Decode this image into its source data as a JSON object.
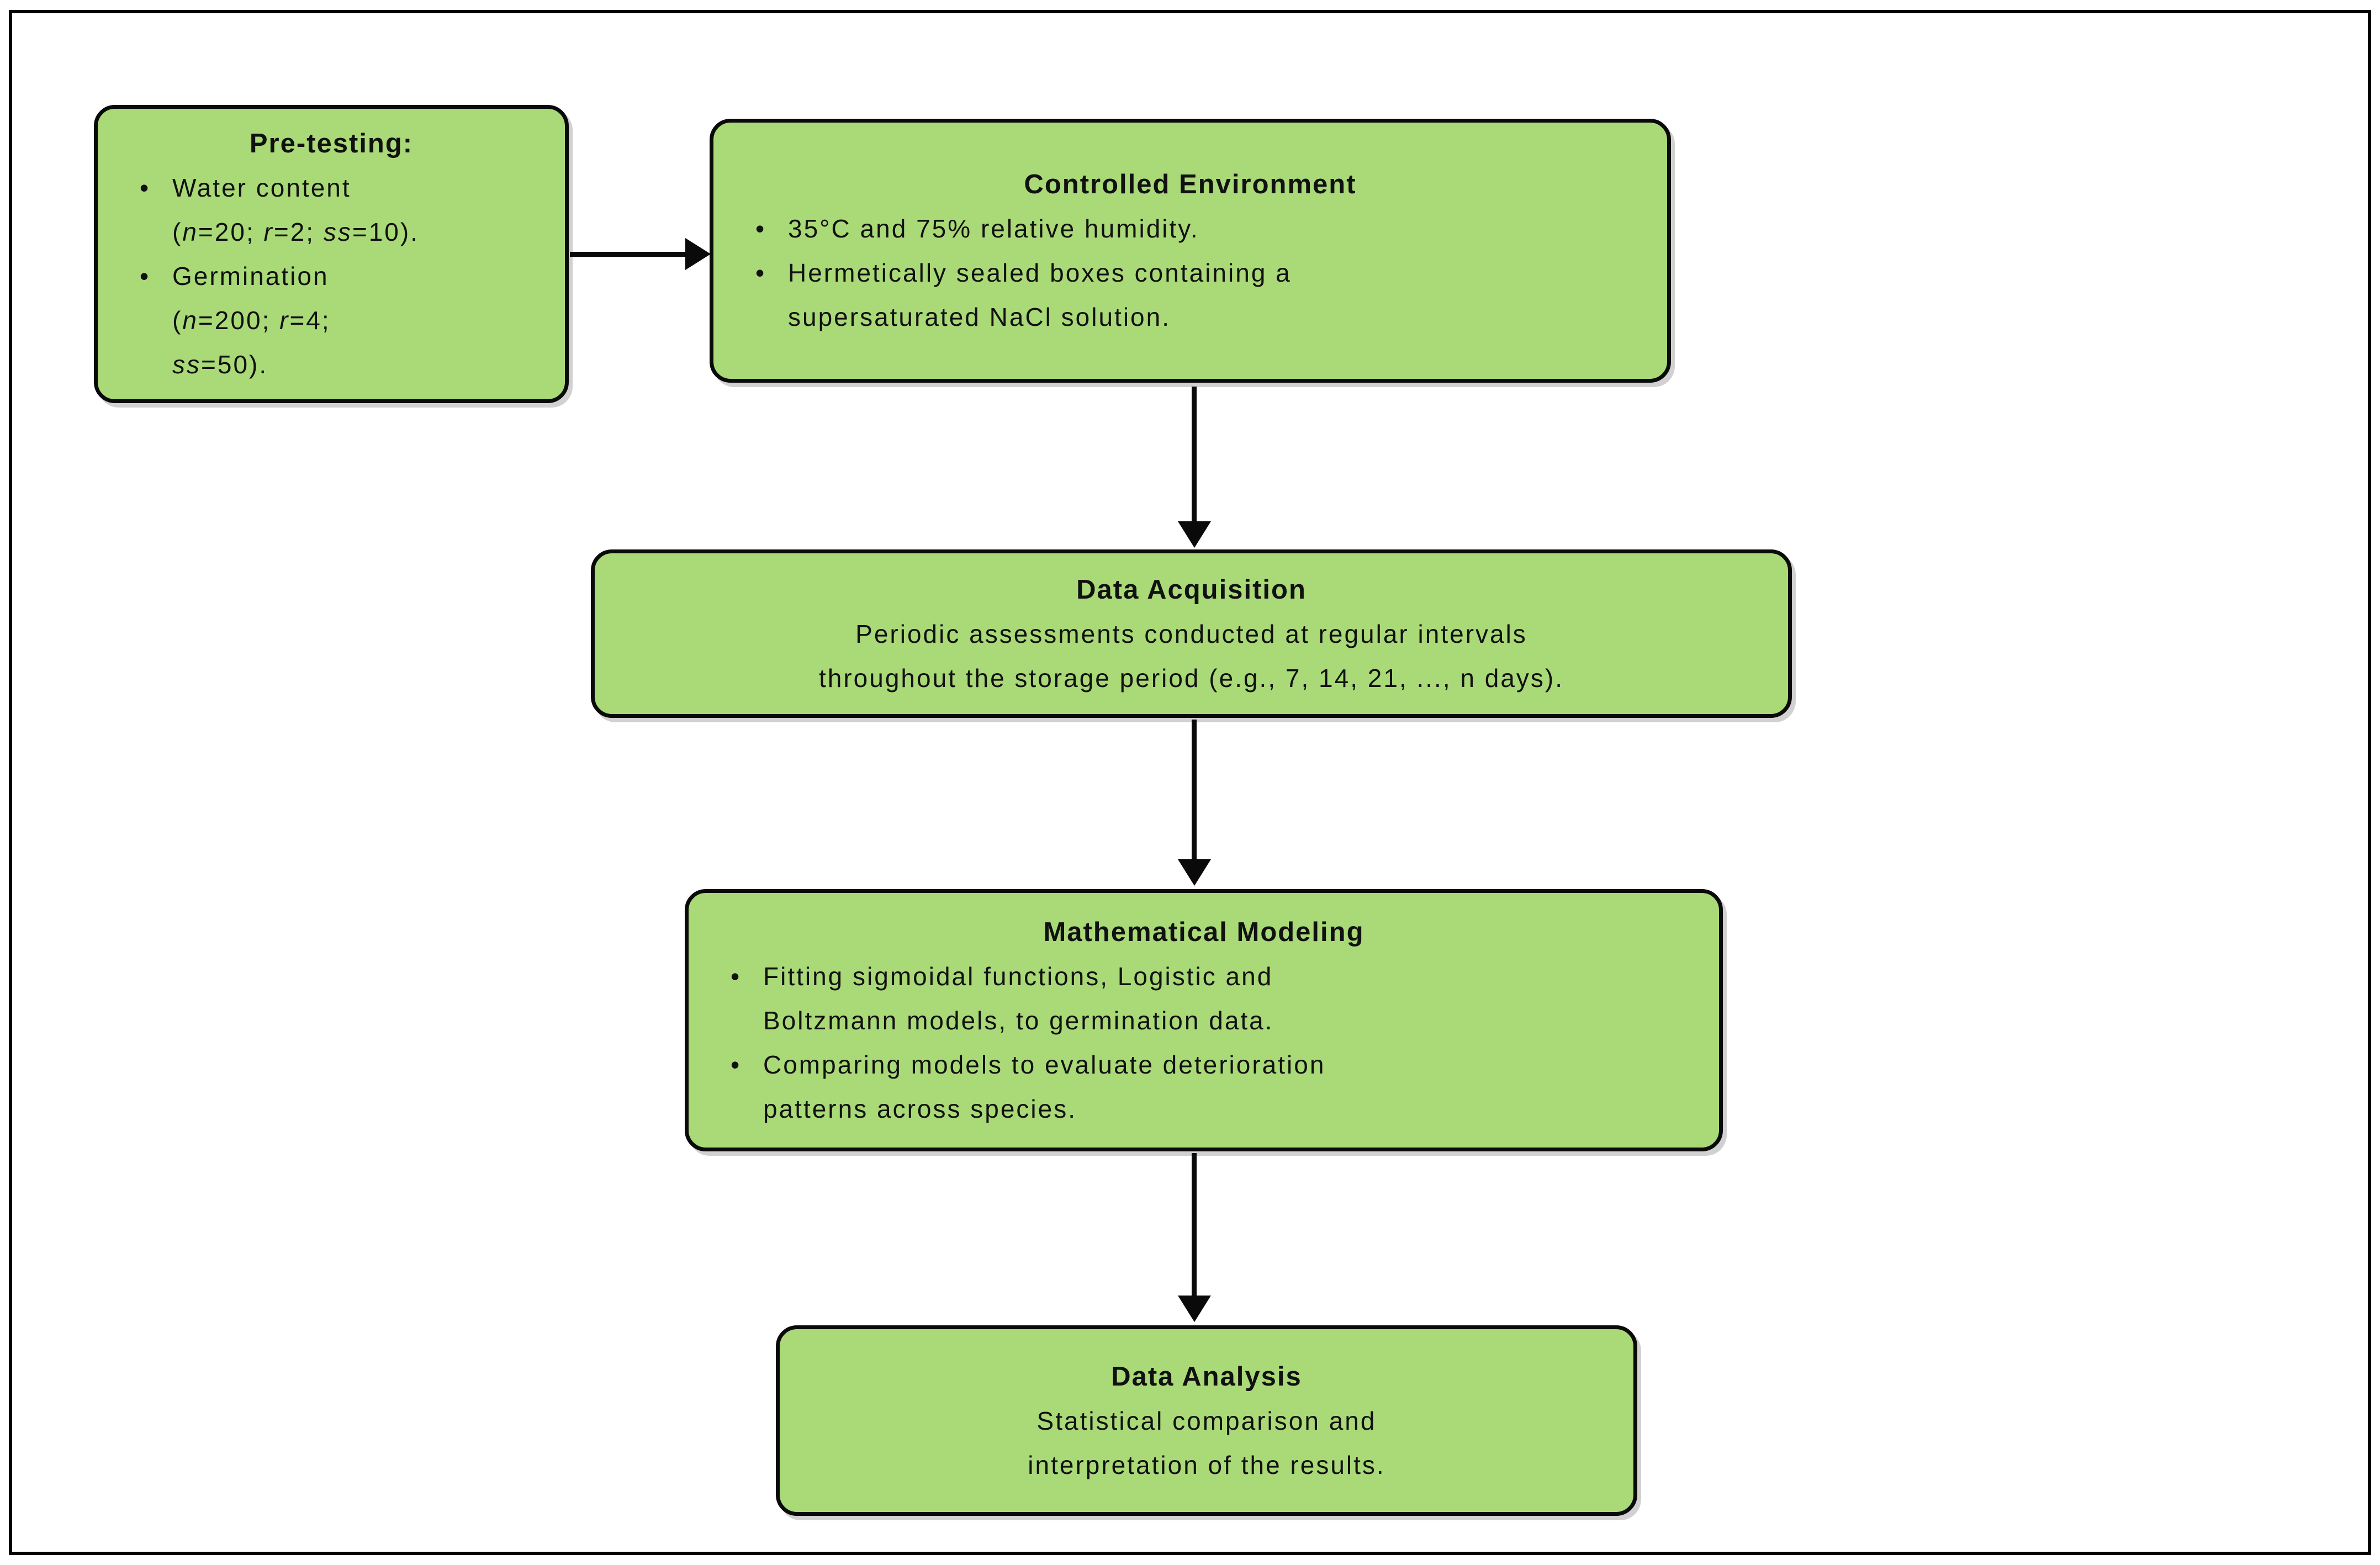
{
  "diagram": {
    "type": "flowchart",
    "background_color": "#ffffff",
    "frame_border_color": "#000000",
    "node_fill_color": "#aad977",
    "node_border_color": "#0a0a0a",
    "text_color": "#111111",
    "bullet_char": "•",
    "nodes": [
      {
        "id": "pre-testing",
        "title": "Pre-testing:",
        "lines": [
          {
            "b": 1,
            "s": [
              {
                "t": "Water content"
              }
            ]
          },
          {
            "c": 1,
            "s": [
              {
                "t": "("
              },
              {
                "t": "n",
                "i": 1
              },
              {
                "t": "=20; "
              },
              {
                "t": "r",
                "i": 1
              },
              {
                "t": "=2; "
              },
              {
                "t": "ss",
                "i": 1
              },
              {
                "t": "=10)."
              }
            ]
          },
          {
            "b": 1,
            "s": [
              {
                "t": "Germination"
              }
            ]
          },
          {
            "c": 1,
            "s": [
              {
                "t": "("
              },
              {
                "t": "n",
                "i": 1
              },
              {
                "t": "=200; "
              },
              {
                "t": "r",
                "i": 1
              },
              {
                "t": "=4;"
              }
            ]
          },
          {
            "c": 1,
            "s": [
              {
                "t": "ss",
                "i": 1
              },
              {
                "t": "=50)."
              }
            ]
          }
        ]
      },
      {
        "id": "controlled-environment",
        "title": "Controlled Environment",
        "lines": [
          {
            "b": 1,
            "s": [
              {
                "t": "35°C and 75% relative humidity."
              }
            ]
          },
          {
            "b": 1,
            "s": [
              {
                "t": "Hermetically sealed boxes containing a"
              }
            ]
          },
          {
            "c": 1,
            "s": [
              {
                "t": "supersaturated NaCl solution."
              }
            ]
          }
        ]
      },
      {
        "id": "data-acquisition",
        "title": "Data Acquisition",
        "lines": [
          {
            "ctr": 1,
            "s": [
              {
                "t": "Periodic assessments conducted at regular intervals"
              }
            ]
          },
          {
            "ctr": 1,
            "s": [
              {
                "t": "throughout the storage period (e.g., 7, 14, 21, ..., n days)."
              }
            ]
          }
        ]
      },
      {
        "id": "mathematical-modeling",
        "title": "Mathematical Modeling",
        "lines": [
          {
            "b": 1,
            "s": [
              {
                "t": "Fitting sigmoidal functions, Logistic and"
              }
            ]
          },
          {
            "c": 1,
            "s": [
              {
                "t": "Boltzmann models, to germination data."
              }
            ]
          },
          {
            "b": 1,
            "s": [
              {
                "t": "Comparing models to evaluate deterioration"
              }
            ]
          },
          {
            "c": 1,
            "s": [
              {
                "t": "patterns across species."
              }
            ]
          }
        ]
      },
      {
        "id": "data-analysis",
        "title": "Data Analysis",
        "lines": [
          {
            "ctr": 1,
            "s": [
              {
                "t": "Statistical comparison and"
              }
            ]
          },
          {
            "ctr": 1,
            "s": [
              {
                "t": "interpretation of the results."
              }
            ]
          }
        ]
      }
    ],
    "arrows": [
      {
        "from": "pre-testing",
        "to": "controlled-environment",
        "direction": "right"
      },
      {
        "from": "controlled-environment",
        "to": "data-acquisition",
        "direction": "down"
      },
      {
        "from": "data-acquisition",
        "to": "mathematical-modeling",
        "direction": "down"
      },
      {
        "from": "mathematical-modeling",
        "to": "data-analysis",
        "direction": "down"
      }
    ]
  }
}
